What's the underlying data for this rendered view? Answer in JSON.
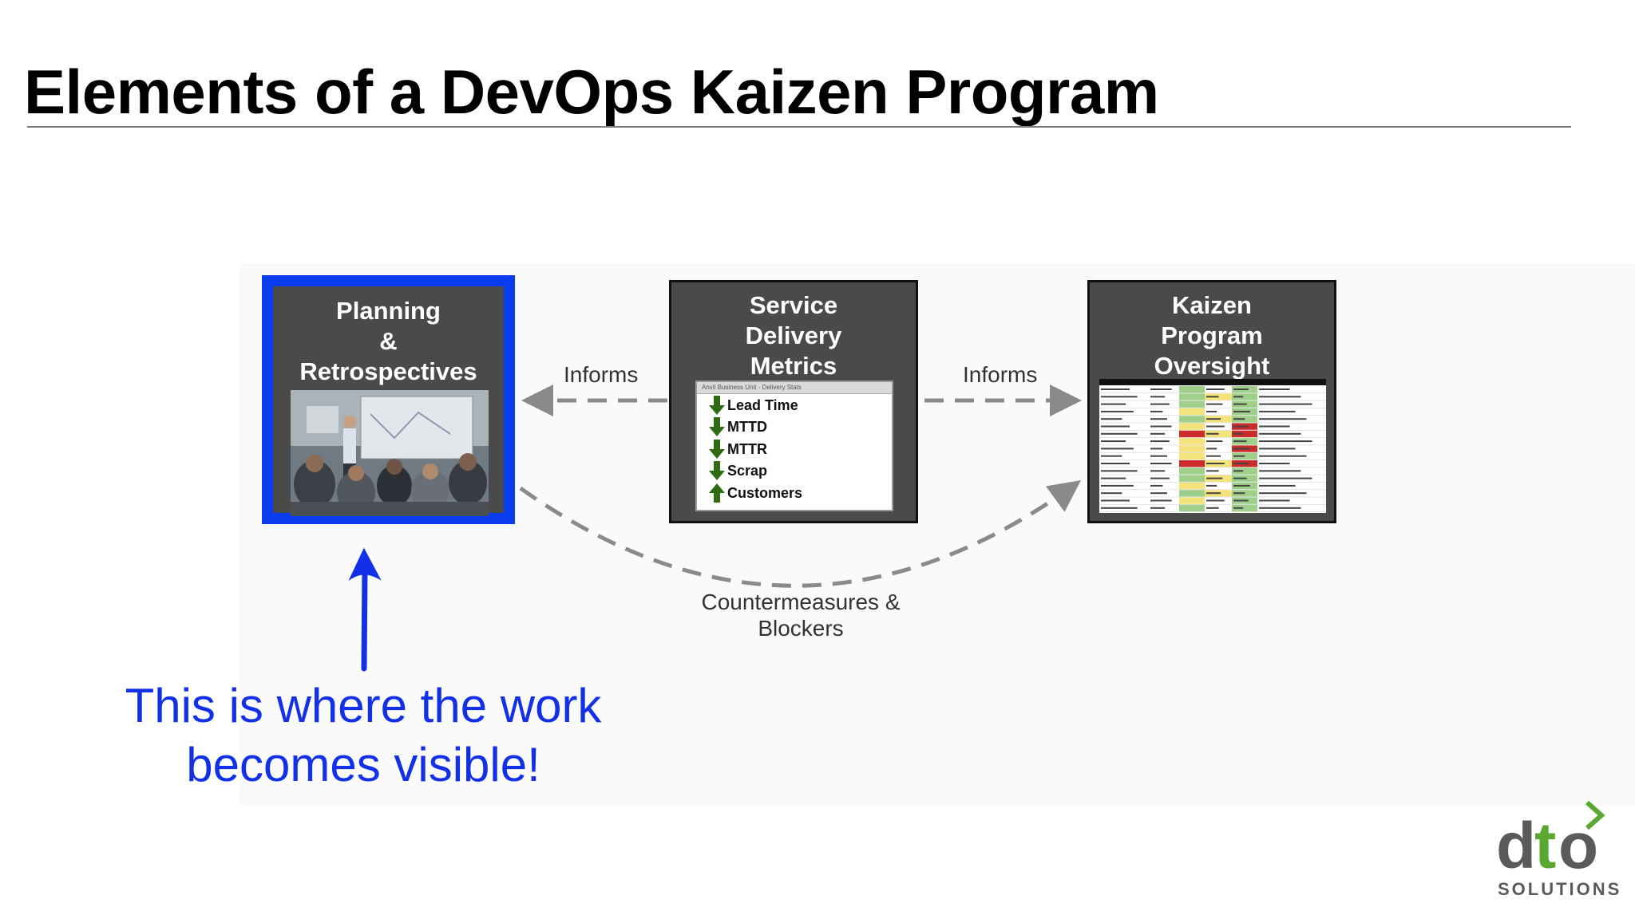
{
  "slide": {
    "title": "Elements of a DevOps Kaizen Program",
    "note": [
      "This is where the work",
      "becomes visible!"
    ]
  },
  "nodes": {
    "planning": {
      "lines": [
        "Planning",
        "&",
        "Retrospectives"
      ]
    },
    "metrics": {
      "lines": [
        "Service",
        "Delivery",
        "Metrics"
      ],
      "window_title": "Anvil Business Unit - Delivery Stats",
      "items": [
        {
          "label": "Lead Time",
          "direction": "down"
        },
        {
          "label": "MTTD",
          "direction": "down"
        },
        {
          "label": "MTTR",
          "direction": "down"
        },
        {
          "label": "Scrap",
          "direction": "down"
        },
        {
          "label": "Customers",
          "direction": "up"
        }
      ]
    },
    "kaizen": {
      "lines": [
        "Kaizen",
        "Program",
        "Oversight"
      ]
    }
  },
  "edges": {
    "informs_left": "Informs",
    "informs_right": "Informs",
    "countermeasures": [
      "Countermeasures &",
      "Blockers"
    ]
  },
  "colors": {
    "highlight": "#0a3cf0",
    "node_fill": "#4a4a4a",
    "arrow_down": "#2e6b12",
    "arrow_up": "#2e6b12",
    "logo_gray": "#5a5a5a",
    "logo_green": "#5aa832"
  },
  "logo": {
    "brand": "dto",
    "sub": "SOLUTIONS"
  }
}
